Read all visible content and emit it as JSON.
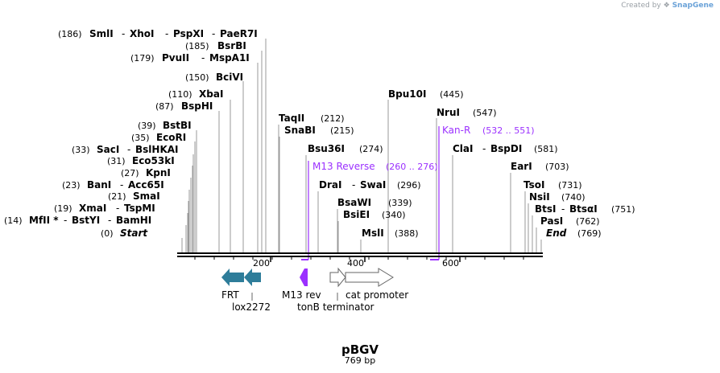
{
  "credit": {
    "prefix": "Created by",
    "brand": "SnapGene"
  },
  "plasmid": {
    "name": "pBGV",
    "size_label": "769 bp"
  },
  "colors": {
    "line": "#999999",
    "backbone": "#000000",
    "feature_teal": "#2e7d9a",
    "primer_purple": "#9b30ff",
    "outline": "#666666"
  },
  "ruler": {
    "ticks": [
      "200",
      "400",
      "600"
    ]
  },
  "sites": [
    {
      "pos": "(186)",
      "names": [
        "SmlI",
        "XhoI",
        "PspXI",
        "PaeR7I"
      ]
    },
    {
      "pos": "(185)",
      "names": [
        "BsrBI"
      ]
    },
    {
      "pos": "(179)",
      "names": [
        "PvuII",
        "MspA1I"
      ]
    },
    {
      "pos": "(150)",
      "names": [
        "BciVI"
      ]
    },
    {
      "pos": "(110)",
      "names": [
        "XbaI"
      ]
    },
    {
      "pos": "(87)",
      "names": [
        "BspHI"
      ]
    },
    {
      "pos": "(39)",
      "names": [
        "BstBI"
      ]
    },
    {
      "pos": "(35)",
      "names": [
        "EcoRI"
      ]
    },
    {
      "pos": "(33)",
      "names": [
        "SacI",
        "BslHKAI"
      ]
    },
    {
      "pos": "(31)",
      "names": [
        "Eco53kI"
      ]
    },
    {
      "pos": "(27)",
      "names": [
        "KpnI"
      ]
    },
    {
      "pos": "(23)",
      "names": [
        "BanI",
        "Acc65I"
      ]
    },
    {
      "pos": "(21)",
      "names": [
        "SmaI"
      ]
    },
    {
      "pos": "(19)",
      "names": [
        "XmaI",
        "TspMI"
      ]
    },
    {
      "pos": "(14)",
      "names": [
        "MfII *",
        "BstYI",
        "BamHI"
      ]
    },
    {
      "pos": "(0)",
      "names": [
        "Start"
      ]
    },
    {
      "pos": "(212)",
      "names": [
        "TaqII"
      ]
    },
    {
      "pos": "(215)",
      "names": [
        "SnaBI"
      ]
    },
    {
      "pos": "(274)",
      "names": [
        "Bsu36I"
      ]
    },
    {
      "pos": "(296)",
      "names": [
        "DraI",
        "SwaI"
      ]
    },
    {
      "pos": "(339)",
      "names": [
        "BsaWI"
      ]
    },
    {
      "pos": "(340)",
      "names": [
        "BsiEI"
      ]
    },
    {
      "pos": "(388)",
      "names": [
        "MslI"
      ]
    },
    {
      "pos": "(445)",
      "names": [
        "Bpu10I"
      ]
    },
    {
      "pos": "(547)",
      "names": [
        "NruI"
      ]
    },
    {
      "pos": "(581)",
      "names": [
        "ClaI",
        "BspDI"
      ]
    },
    {
      "pos": "(703)",
      "names": [
        "EarI"
      ]
    },
    {
      "pos": "(731)",
      "names": [
        "TsoI"
      ]
    },
    {
      "pos": "(740)",
      "names": [
        "NsiI"
      ]
    },
    {
      "pos": "(751)",
      "names": [
        "BtsI",
        "BtsαI"
      ]
    },
    {
      "pos": "(762)",
      "names": [
        "PasI"
      ]
    },
    {
      "pos": "(769)",
      "names": [
        "End"
      ]
    }
  ],
  "primers": [
    {
      "name": "M13 Reverse",
      "range": "(260 .. 276)"
    },
    {
      "name": "Kan-R",
      "range": "(532 .. 551)"
    }
  ],
  "features": [
    {
      "name": "FRT"
    },
    {
      "name": "lox2272"
    },
    {
      "name": "M13 rev"
    },
    {
      "name": "tonB terminator"
    },
    {
      "name": "cat promoter"
    }
  ]
}
